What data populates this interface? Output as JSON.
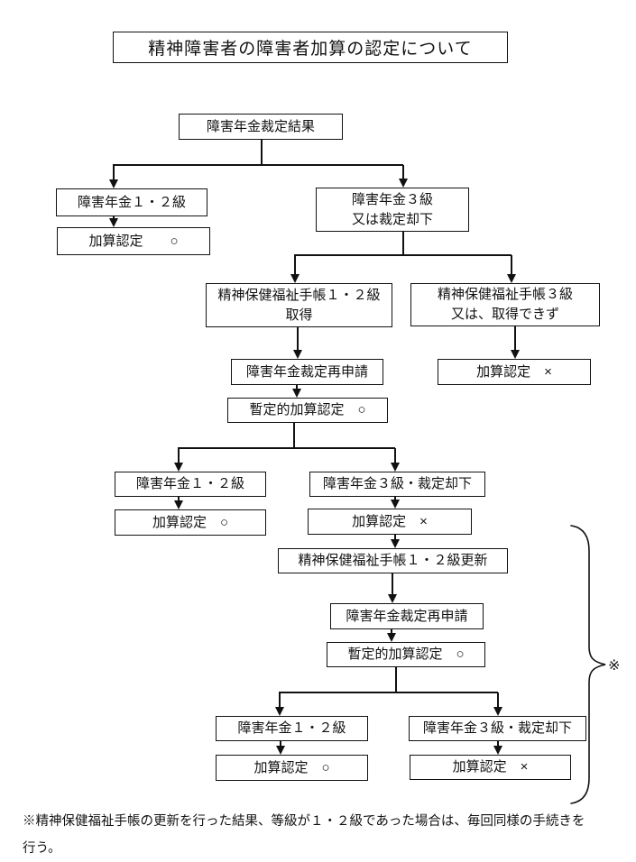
{
  "title": "精神障害者の障害者加算の認定について",
  "colors": {
    "line": "#111111",
    "background": "#ffffff"
  },
  "nodes": {
    "root": "障害年金裁定結果",
    "pension_grade12": "障害年金１・２級",
    "pension_grade12_result": "加算認定　　○",
    "pension_grade3": "障害年金３級\n又は裁定却下",
    "handbook_grade12": "精神保健福祉手帳１・２級\n取得",
    "handbook_grade3": "精神保健福祉手帳３級\n又は、取得できず",
    "reapplication1": "障害年金裁定再申請",
    "provisional1": "暫定的加算認定　○",
    "handbook_grade3_result": "加算認定　×",
    "pension_grade12_b": "障害年金１・２級",
    "pension_grade12_b_result": "加算認定　○",
    "pension_grade3_b": "障害年金３級・裁定却下",
    "pension_grade3_b_result": "加算認定　×",
    "handbook_renewal": "精神保健福祉手帳１・２級更新",
    "reapplication2": "障害年金裁定再申請",
    "provisional2": "暫定的加算認定　○",
    "pension_grade12_c": "障害年金１・２級",
    "pension_grade12_c_result": "加算認定　○",
    "pension_grade3_c": "障害年金３級・裁定却下",
    "pension_grade3_c_result": "加算認定　×"
  },
  "annotation": {
    "brace_label": "※"
  },
  "footnote": "※精神保健福祉手帳の更新を行った結果、等級が１・２級であった場合は、毎回同様の手続きを\n行う。",
  "edges": [
    {
      "from": "root",
      "to": "pension_grade12"
    },
    {
      "from": "root",
      "to": "pension_grade3"
    },
    {
      "from": "pension_grade12",
      "to": "pension_grade12_result"
    },
    {
      "from": "pension_grade3",
      "to": "handbook_grade12"
    },
    {
      "from": "pension_grade3",
      "to": "handbook_grade3"
    },
    {
      "from": "handbook_grade12",
      "to": "reapplication1"
    },
    {
      "from": "reapplication1",
      "to": "provisional1"
    },
    {
      "from": "handbook_grade3",
      "to": "handbook_grade3_result"
    },
    {
      "from": "provisional1",
      "to": "pension_grade12_b"
    },
    {
      "from": "provisional1",
      "to": "pension_grade3_b"
    },
    {
      "from": "pension_grade12_b",
      "to": "pension_grade12_b_result"
    },
    {
      "from": "pension_grade3_b",
      "to": "pension_grade3_b_result"
    },
    {
      "from": "pension_grade3_b_result",
      "to": "handbook_renewal"
    },
    {
      "from": "handbook_renewal",
      "to": "reapplication2"
    },
    {
      "from": "reapplication2",
      "to": "provisional2"
    },
    {
      "from": "provisional2",
      "to": "pension_grade12_c"
    },
    {
      "from": "provisional2",
      "to": "pension_grade3_c"
    },
    {
      "from": "pension_grade12_c",
      "to": "pension_grade12_c_result"
    },
    {
      "from": "pension_grade3_c",
      "to": "pension_grade3_c_result"
    }
  ]
}
